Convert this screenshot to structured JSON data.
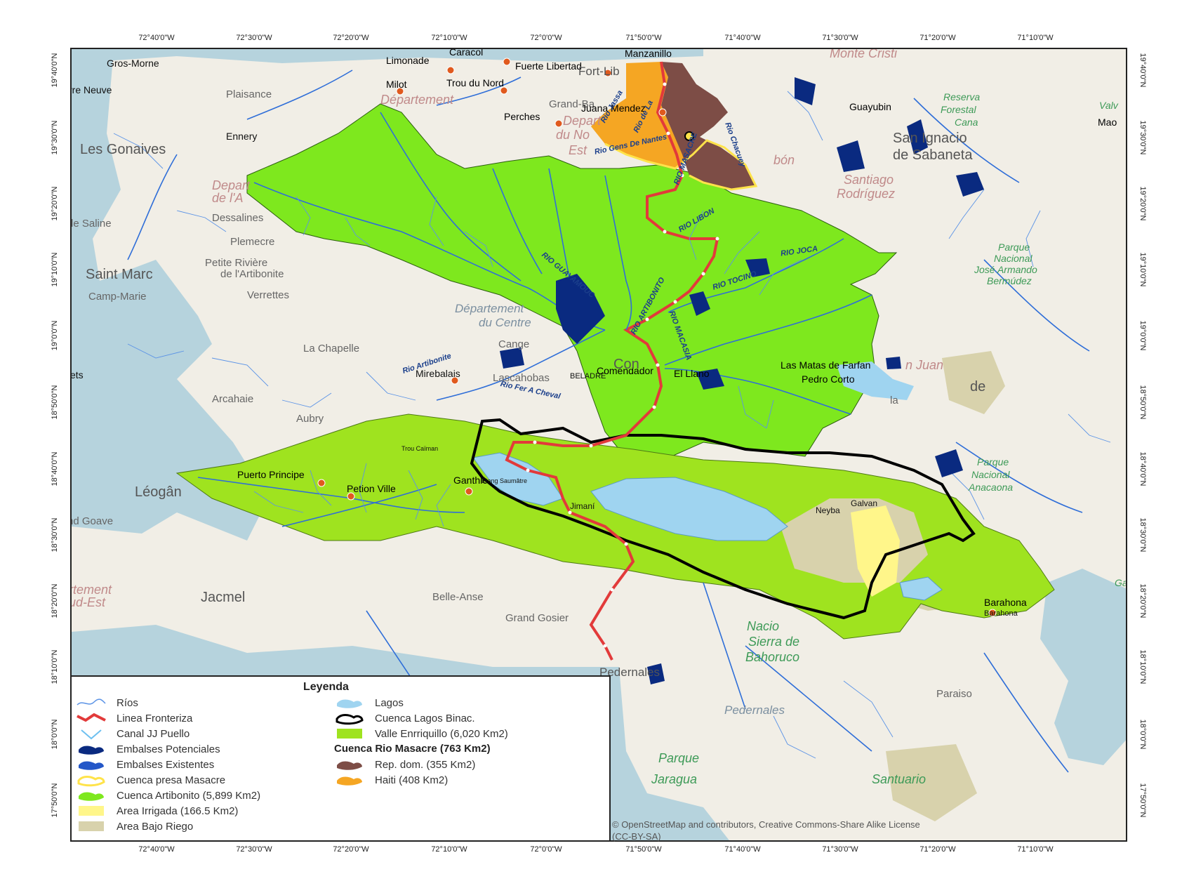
{
  "map": {
    "ticks_longitude": [
      "72°40'0\"W",
      "72°30'0\"W",
      "72°20'0\"W",
      "72°10'0\"W",
      "72°0'0\"W",
      "71°50'0\"W",
      "71°40'0\"W",
      "71°30'0\"W",
      "71°20'0\"W",
      "71°10'0\"W"
    ],
    "ticks_latitude": [
      "19°40'0\"N",
      "19°30'0\"N",
      "19°20'0\"N",
      "19°10'0\"N",
      "19°0'0\"N",
      "18°50'0\"N",
      "18°40'0\"N",
      "18°30'0\"N",
      "18°20'0\"N",
      "18°10'0\"N",
      "18°0'0\"N",
      "17°50'0\"N"
    ],
    "colors": {
      "land": "#f1eee6",
      "sea": "#b6d3dd",
      "artibonito": "#7ee81e",
      "enriquillo": "#9fe31f",
      "masacre_rd": "#7d4d46",
      "masacre_haiti": "#f5a623",
      "border_line": "#e23a3a",
      "rivers": "#2f6ed8",
      "reservoirs": "#0a2a80",
      "lakes": "#9fd4f0",
      "irrigated": "#fff68a",
      "under_irrigation": "#d8d2ac",
      "binational_outline": "#000000",
      "masacre_dam_outline": "#ffe34a"
    },
    "places": {
      "gros_morne": "Gros-Morne",
      "terre_neuve": "rre Neuve",
      "plaisance": "Plaisance",
      "ennery": "Ennery",
      "les_gonaives": "Les Gonaives",
      "depart": "Depart",
      "de_l_a": "de l'A",
      "dessalines": "Dessalines",
      "de_saline": "de Saline",
      "plemecre": "Plemecre",
      "petite_riviere": "Petite Rivière",
      "de_artibonite": "de l'Artibonite",
      "saint_marc": "Saint Marc",
      "verrettes": "Verrettes",
      "camp_marie": "Camp-Marie",
      "la_chapelle": "La Chapelle",
      "departement_du_centre_1": "Département",
      "departement_du_centre_2": "du Centre",
      "cange": "Cange",
      "mirebalais": "Mirebalais",
      "lascahobas": "Lascahobas",
      "belladere": "BELADRE",
      "ets": "ets",
      "arcahaie": "Arcahaie",
      "aubry": "Aubry",
      "puerto_principe": "Puerto Principe",
      "petion_ville": "Petion Ville",
      "ganthier": "Ganthie",
      "leogane": "Léogân",
      "grand_goave": "nd Goave",
      "jacmel": "Jacmel",
      "belle_anse": "Belle-Anse",
      "grand_gosier": "Grand Gosier",
      "departement_sud_est_1": "rtement",
      "departement_sud_est_2": "ud-Est",
      "caracol": "Caracol",
      "limonade": "Limonade",
      "fuerte_libertad": "Fuerte Libertad",
      "manzanillo": "Manzanillo",
      "fort_liberte": "Fort-Lib",
      "milot": "Milot",
      "trou_du_nord": "Trou du Nord",
      "departement_nord": "Département",
      "grand_bassin": "Grand-Ba",
      "perches": "Perches",
      "juana_mendez": "Juana Mendez",
      "du_nord": "du No",
      "est": "Est",
      "depart_nord": "Depart",
      "monte_cristi": "Monte Cristi",
      "guayubin": "Guayubin",
      "san_ignacio_1": "San Ignacio",
      "san_ignacio_2": "de Sabaneta",
      "dajabon": "bón",
      "santiago_1": "Santiago",
      "santiago_2": "Rodríguez",
      "mao": "Mao",
      "valverde": "Valv",
      "comendador": "Comendador",
      "el_llano": "El Llano",
      "las_matas": "Las Matas de Farfan",
      "pedro_corto": "Pedro Corto",
      "san_juan": "n Juan",
      "de": "de",
      "la": "la",
      "elias_pina": "Con",
      "etang_saumatre": "Etang Saumâtre",
      "jimani": "Jimaní",
      "neyba": "Neyba",
      "galvan": "Galvan",
      "barahona_1": "Barahona",
      "barahona_2": "Barahona",
      "pedernales_town": "Pedernales",
      "pedernales_region": "Pedernales",
      "paraiso": "Paraiso",
      "trou_caiman": "Trou Caïman",
      "santuario": "Santuario"
    },
    "parks": {
      "reserva_1": "Reserva",
      "reserva_2": "Forestal",
      "reserva_3": "Cana",
      "pn_jose_1": "Parque",
      "pn_jose_2": "Nacional",
      "pn_jose_3": "José Armando",
      "pn_jose_4": "Bermúdez",
      "pn_anacaona_1": "Parque",
      "pn_anacaona_2": "Nacional",
      "pn_anacaona_3": "Anacaona",
      "bahoruco_1": "Nacio",
      "bahoruco_2": "Sierra de",
      "bahoruco_3": "Bahoruco",
      "parque_sur": "Parque",
      "jaragua": "Jaragua",
      "gar": "Gar"
    },
    "rivers": {
      "rio_joca": "RIO JOCA",
      "rio_tocino": "RIO TOCINO",
      "rio_libon": "RIO LIBON",
      "rio_macasia": "RIO MACASIA",
      "rio_guayamouc": "RIO GUAYAMOUC",
      "rio_fer_a_cheval": "Rio Fer A Cheval",
      "rio_artibonito": "RIO ARTIBONITO",
      "rio_massacre": "RIO MASACRE",
      "rio_jassa": "Rio Jassa",
      "gens_de_nantes": "Rio Gens De Nantes",
      "rio_de_la": "Rio de La",
      "rio_chacuey": "Rio Chacuey",
      "rio_artibonite_2": "Rio Artibonite"
    },
    "attribution_1": "© OpenStreetMap and contributors, Creative Commons-Share Alike License",
    "attribution_2": "(CC-BY-SA)"
  },
  "legend": {
    "title": "Leyenda",
    "left_items": [
      {
        "symbol": "river-icon",
        "label": "Ríos"
      },
      {
        "symbol": "border-line-icon",
        "label": "Linea Fronteriza"
      },
      {
        "symbol": "canal-icon",
        "label": "Canal JJ Puello"
      },
      {
        "symbol": "potential-reservoir-icon",
        "label": "Embalses Potenciales"
      },
      {
        "symbol": "existing-reservoir-icon",
        "label": "Embalses Existentes"
      },
      {
        "symbol": "masacre-dam-basin-icon",
        "label": "Cuenca presa Masacre"
      },
      {
        "symbol": "artibonito-basin-icon",
        "label": "Cuenca Artibonito (5,899 Km2)"
      },
      {
        "symbol": "irrigated-area-icon",
        "label": "Area Irrigada (166.5 Km2)"
      },
      {
        "symbol": "under-irrigation-icon",
        "label": "Area Bajo Riego"
      }
    ],
    "right_items": [
      {
        "symbol": "lakes-icon",
        "label": "Lagos"
      },
      {
        "symbol": "binational-basin-icon",
        "label": "Cuenca Lagos Binac."
      },
      {
        "symbol": "enriquillo-valley-icon",
        "label": "Valle Enrriquillo (6,020 Km2)"
      }
    ],
    "masacre_heading": "Cuenca Rio Masacre (763 Km2)",
    "masacre_items": [
      {
        "symbol": "dominican-republic-part-icon",
        "label": "Rep. dom. (355 Km2)"
      },
      {
        "symbol": "haiti-part-icon",
        "label": "Haiti (408 Km2)"
      }
    ]
  }
}
